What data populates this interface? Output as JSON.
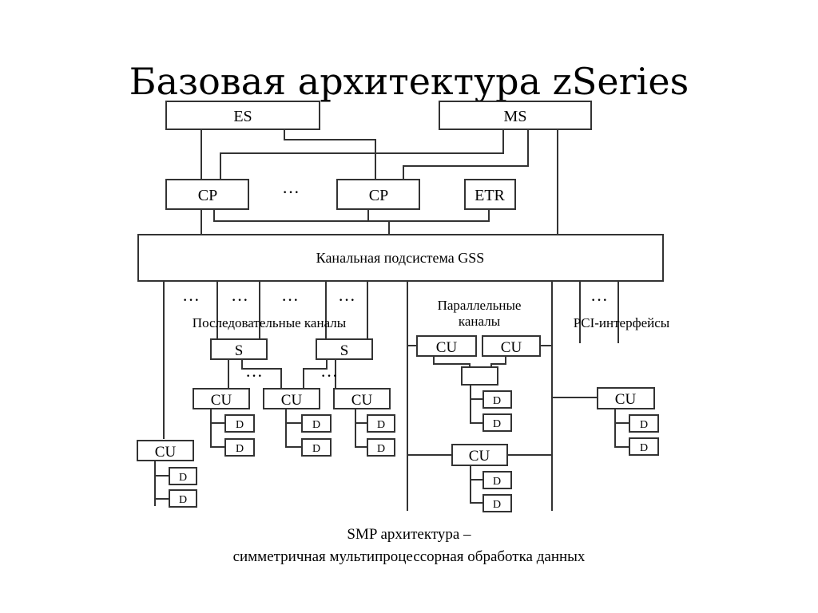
{
  "title": "Базовая архитектура zSeries",
  "diagram": {
    "es": "ES",
    "ms": "MS",
    "cp_left": "CP",
    "cp_right": "CP",
    "cp_ellipsis": "···",
    "etr": "ETR",
    "gss": "Канальная подсистема GSS",
    "serial_label": "Последовательные каналы",
    "parallel_label_1": "Параллельные",
    "parallel_label_2": "каналы",
    "pci_label": "PCI-интерфейсы",
    "switch": "S",
    "cu": "CU",
    "device": "D",
    "ellipsis": "···"
  },
  "caption": {
    "line1": "SMP архитектура –",
    "line2": "симметричная мультипроцессорная обработка данных"
  },
  "colors": {
    "line": "#333333",
    "text": "#000000"
  }
}
